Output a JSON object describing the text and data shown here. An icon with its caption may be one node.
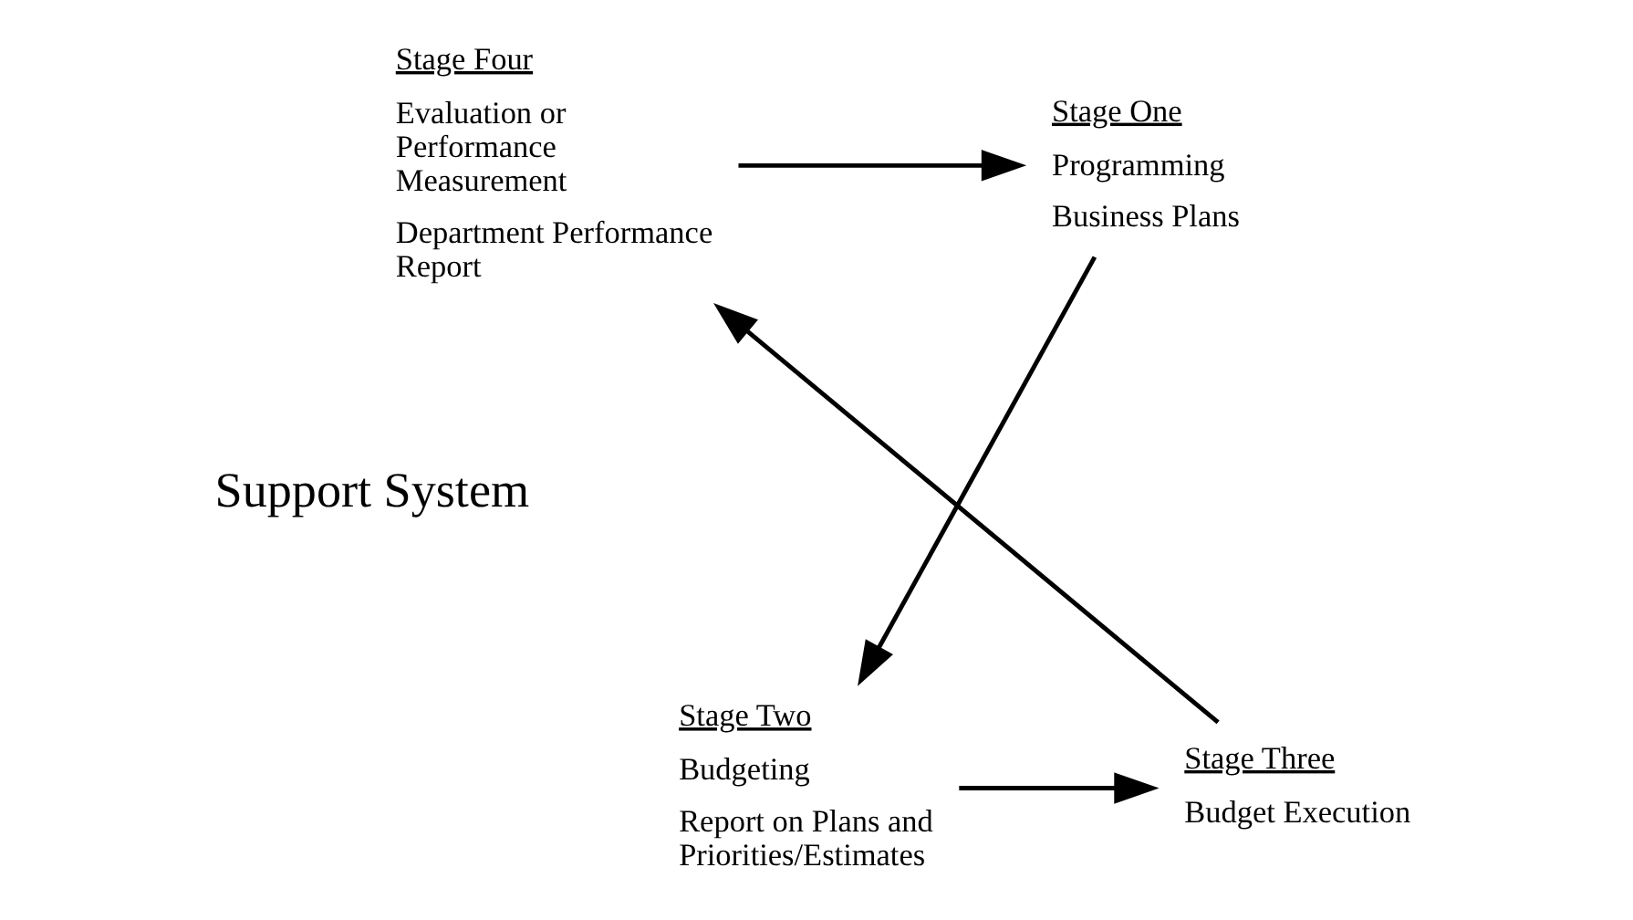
{
  "diagram": {
    "nodes": [
      {
        "text": [
          "Stage Four",
          "Evaluation or Performance Measurement",
          "Department Performance Report"
        ]
      },
      {
        "text": [
          "Stage One",
          "Programming",
          "Business Plans"
        ]
      },
      {
        "text": [
          "Support System"
        ]
      },
      {
        "text": [
          "Stage Three",
          "Budget Execution"
        ]
      },
      {
        "text": [
          "Stage Two",
          "Budgeting",
          "Report on Plans and Priorities/Estimates"
        ]
      }
    ],
    "edges": [
      {
        "from": 1,
        "to": 4,
        "arrow": "to"
      },
      {
        "from": 4,
        "to": 3,
        "arrow": "to"
      },
      {
        "from": 3,
        "to": 0,
        "arrow": "to"
      },
      {
        "from": 0,
        "to": 1,
        "arrow": "to"
      }
    ]
  }
}
